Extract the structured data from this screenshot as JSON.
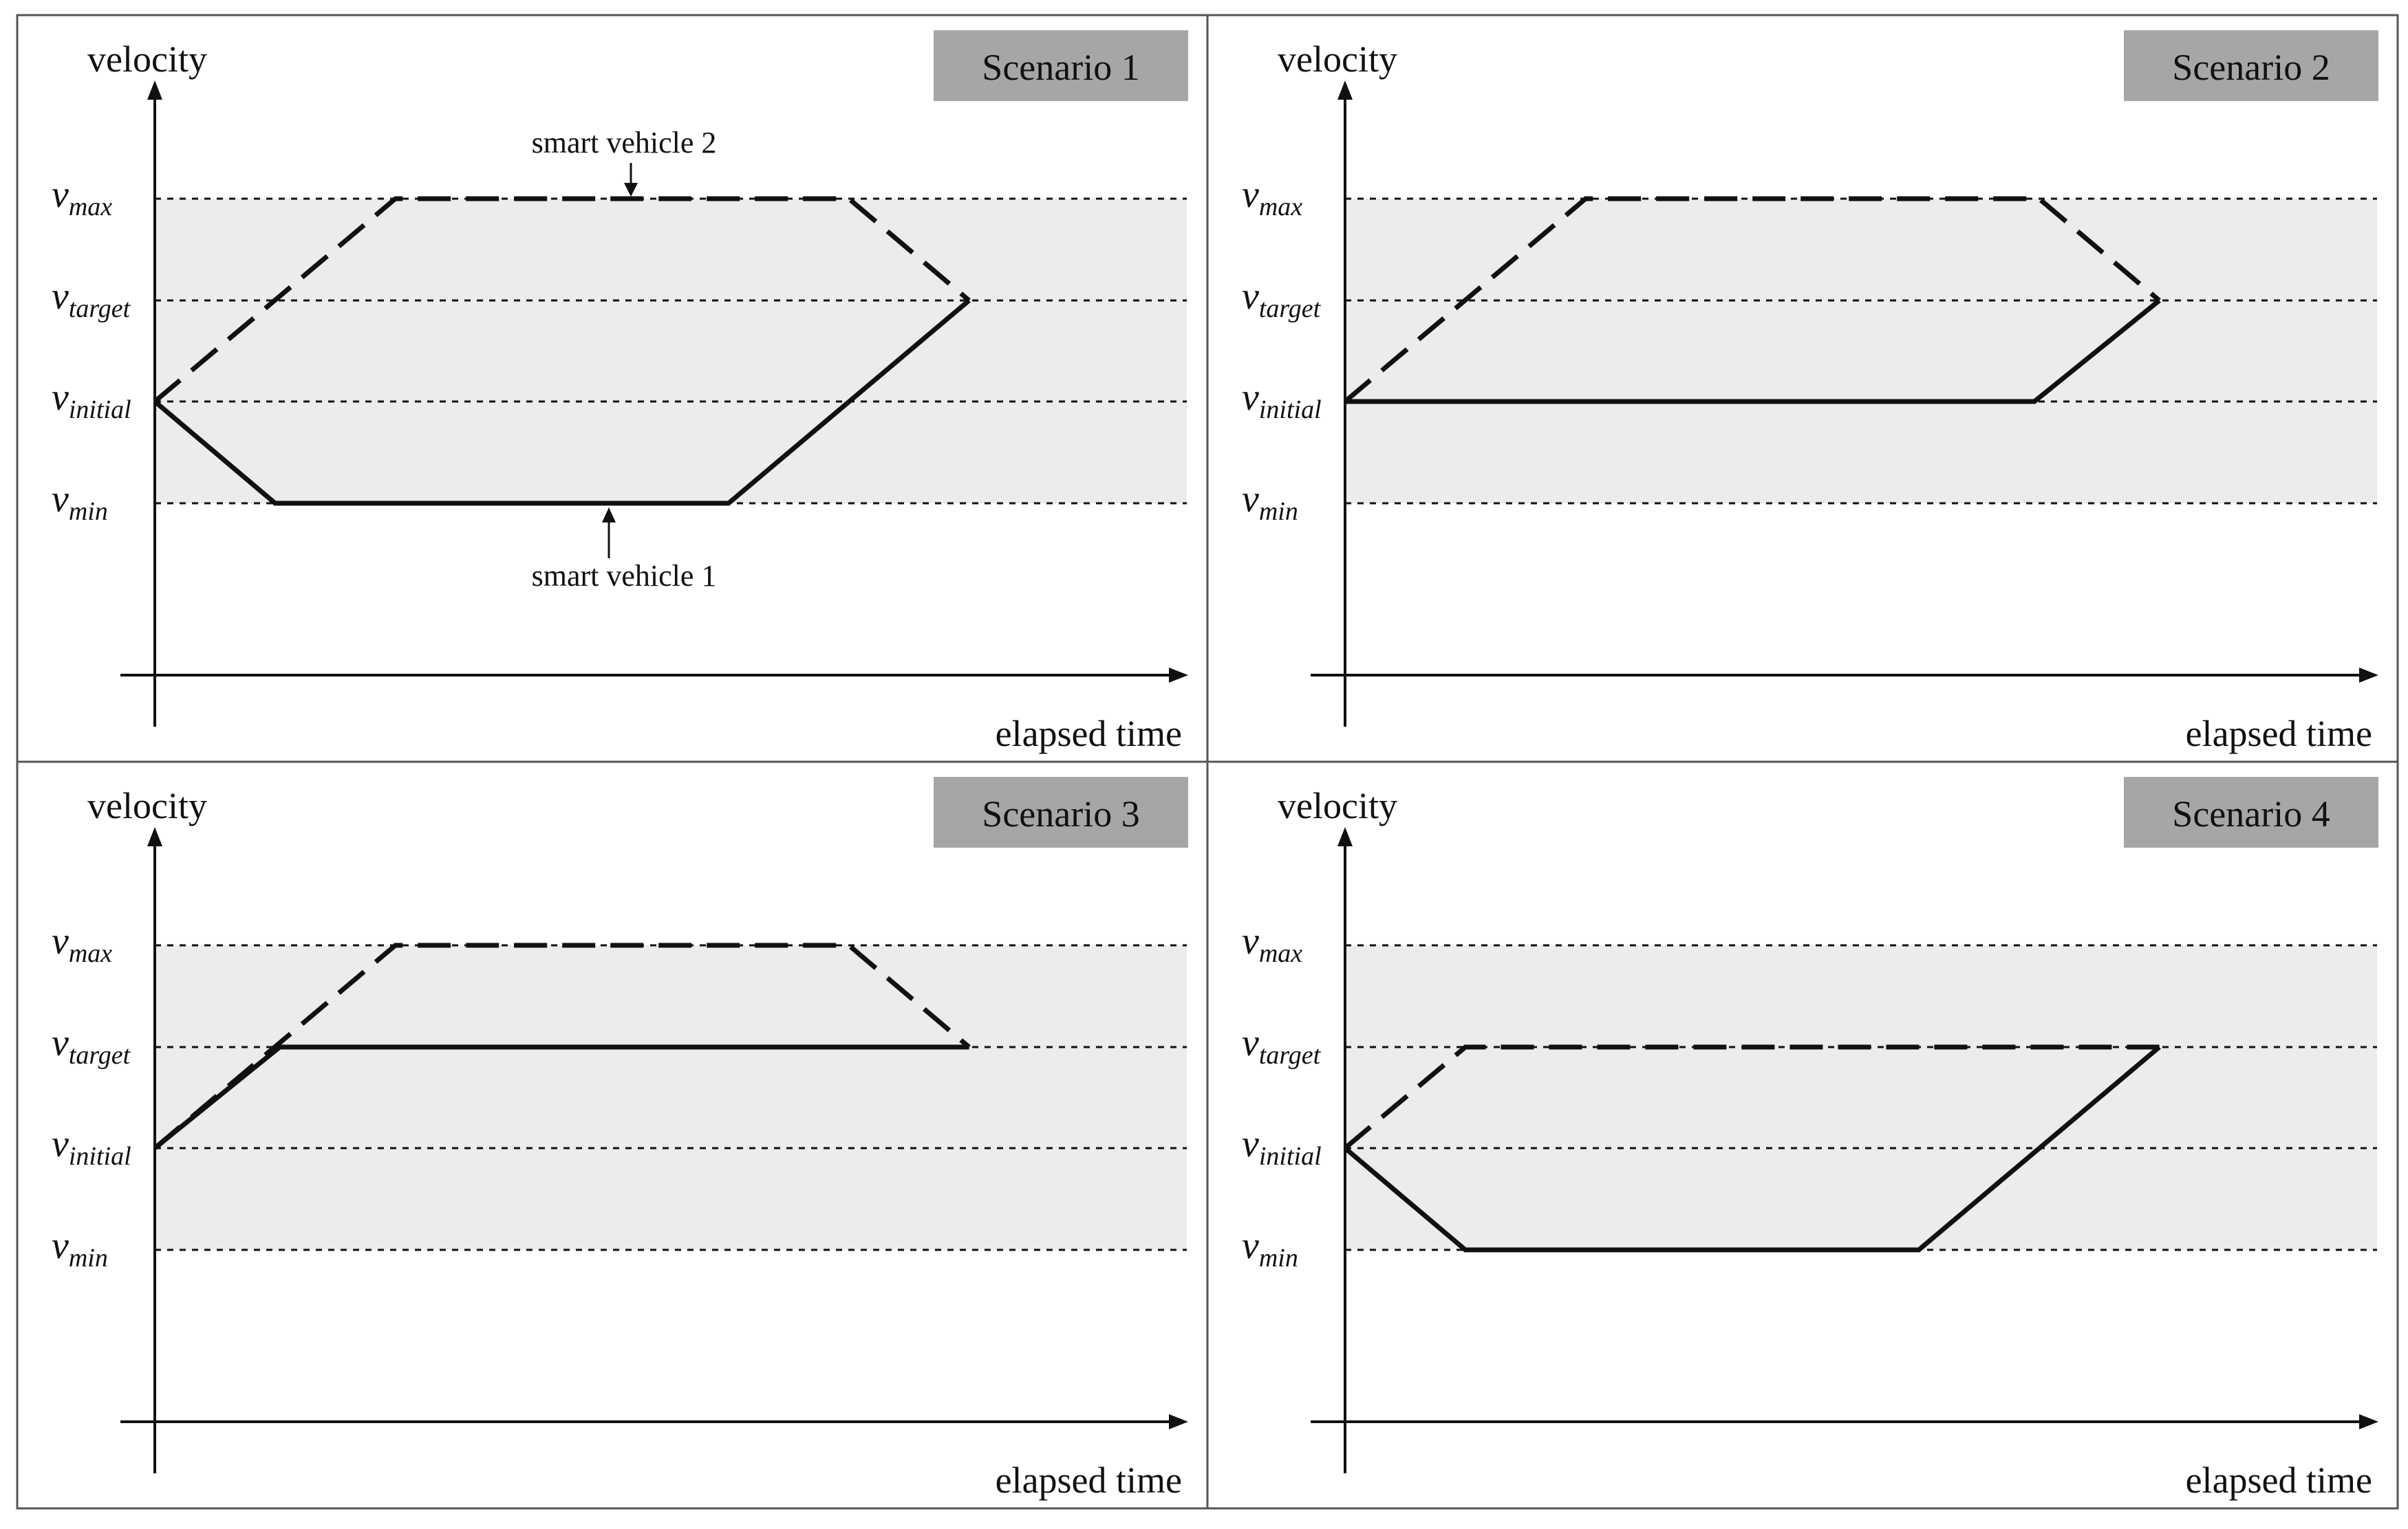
{
  "figure": {
    "colors": {
      "band": "#ececec",
      "line": "#111111",
      "badge_bg": "#a6a6a6",
      "border": "#555555",
      "background": "#ffffff"
    },
    "axis": {
      "y_label": "velocity",
      "x_label": "elapsed time",
      "levels": [
        {
          "key": "max",
          "main": "v",
          "sub": "max"
        },
        {
          "key": "target",
          "main": "v",
          "sub": "target"
        },
        {
          "key": "initial",
          "main": "v",
          "sub": "initial"
        },
        {
          "key": "min",
          "main": "v",
          "sub": "min"
        }
      ]
    },
    "annotations": {
      "vehicle1": "smart vehicle 1",
      "vehicle2": "smart vehicle 2"
    },
    "panels": [
      {
        "title": "Scenario 1",
        "smart_vehicle_1": [
          [
            0,
            "initial"
          ],
          [
            0.13,
            "min"
          ],
          [
            0.62,
            "min"
          ],
          [
            0.88,
            "target"
          ]
        ],
        "smart_vehicle_2": [
          [
            0,
            "initial"
          ],
          [
            0.26,
            "max"
          ],
          [
            0.75,
            "max"
          ],
          [
            0.88,
            "target"
          ]
        ],
        "annotated": true
      },
      {
        "title": "Scenario 2",
        "smart_vehicle_1": [
          [
            0,
            "initial"
          ],
          [
            0.745,
            "initial"
          ],
          [
            0.88,
            "target"
          ]
        ],
        "smart_vehicle_2": [
          [
            0,
            "initial"
          ],
          [
            0.26,
            "max"
          ],
          [
            0.75,
            "max"
          ],
          [
            0.88,
            "target"
          ]
        ],
        "annotated": false
      },
      {
        "title": "Scenario 3",
        "smart_vehicle_1": [
          [
            0,
            "initial"
          ],
          [
            0.135,
            "target"
          ],
          [
            0.88,
            "target"
          ]
        ],
        "smart_vehicle_2": [
          [
            0,
            "initial"
          ],
          [
            0.26,
            "max"
          ],
          [
            0.75,
            "max"
          ],
          [
            0.88,
            "target"
          ]
        ],
        "annotated": false
      },
      {
        "title": "Scenario 4",
        "smart_vehicle_1": [
          [
            0,
            "initial"
          ],
          [
            0.13,
            "min"
          ],
          [
            0.62,
            "min"
          ],
          [
            0.88,
            "target"
          ]
        ],
        "smart_vehicle_2": [
          [
            0,
            "initial"
          ],
          [
            0.13,
            "target"
          ],
          [
            0.88,
            "target"
          ]
        ],
        "annotated": false
      }
    ]
  }
}
